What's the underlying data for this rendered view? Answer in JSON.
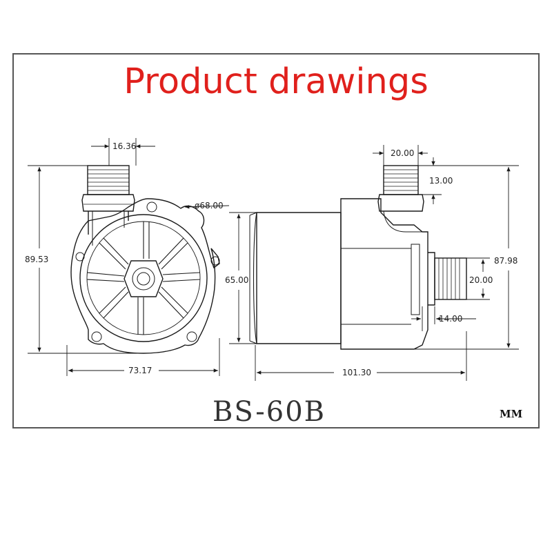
{
  "title": "Product drawings",
  "model": "BS-60B",
  "units": "MM",
  "dimensions": {
    "front_outlet_offset": "16.36",
    "front_diameter": "ø68.00",
    "front_height": "89.53",
    "front_width": "73.17",
    "side_outlet_width": "20.00",
    "side_outlet_height": "13.00",
    "side_total_height": "87.98",
    "side_body_height": "65.00",
    "side_inlet_height": "20.00",
    "side_inlet_length": "14.00",
    "side_total_length": "101.30"
  },
  "colors": {
    "title": "#e0201c",
    "line": "#1a1a1a",
    "frame": "#555555"
  }
}
